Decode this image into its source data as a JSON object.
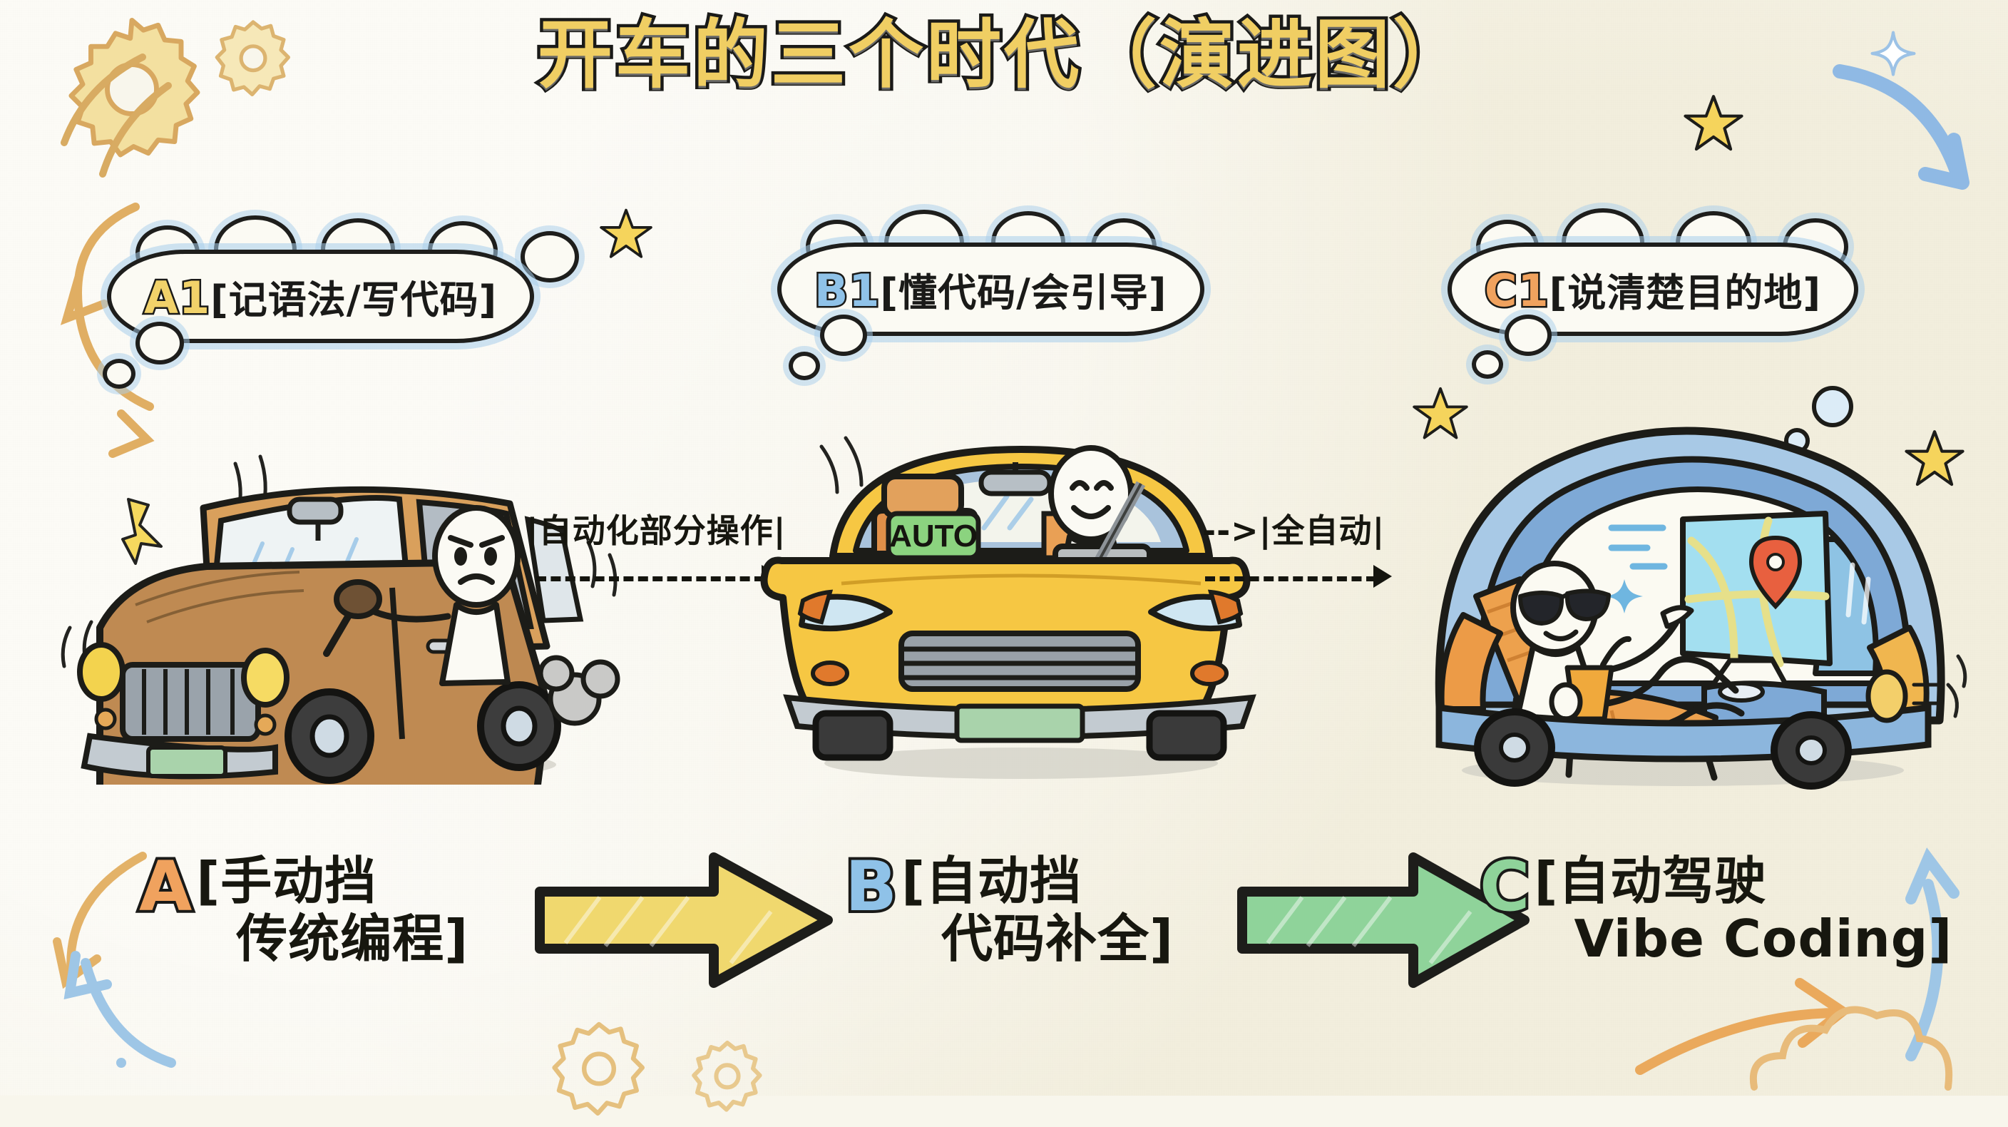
{
  "title": "开车的三个时代（演进图）",
  "palette": {
    "paper": "#f8f6ec",
    "ink": "#1a1a18",
    "gold": "#f1d26a",
    "blue": "#8fc2e8",
    "orange": "#f0a25e",
    "green": "#8fd39a",
    "car_a_body": "#c8914f",
    "car_b_body": "#f5c23e",
    "car_c_body": "#9fc3e6"
  },
  "bubbles": [
    {
      "code": "A1",
      "code_color": "#f1d26a",
      "text": "[记语法/写代码]"
    },
    {
      "code": "B1",
      "code_color": "#8fc2e8",
      "text": "[懂代码/会引导]"
    },
    {
      "code": "C1",
      "code_color": "#f0a25e",
      "text": "[说清楚目的地]"
    }
  ],
  "connectors": [
    {
      "label": "|自动化部分操作|",
      "style": "solid-arrow"
    },
    {
      "label": "-->|全自动|",
      "style": "dashed-arrow"
    }
  ],
  "scenes": [
    {
      "id": "scene-a",
      "car": "manual-brown-car",
      "driver_mood": "angry",
      "badge": "",
      "notes": "手动挡 老式方头车 司机握挡杆 尾部冒黑烟"
    },
    {
      "id": "scene-b",
      "car": "automatic-yellow-car",
      "driver_mood": "smiling",
      "badge": "AUTO",
      "notes": "自动挡 黄色轿车 司机拿平板 座椅上AUTO标牌"
    },
    {
      "id": "scene-c",
      "car": "self-driving-blue-pod",
      "driver_mood": "relaxed",
      "badge": "",
      "notes": "自动驾驶 蓝色舱车 躺椅墨镜饮料 指着地图屏幕"
    }
  ],
  "stages": [
    {
      "letter": "A",
      "letter_color": "#f0a25e",
      "line1": "[手动挡",
      "line2": "传统编程]"
    },
    {
      "letter": "B",
      "letter_color": "#8fc2e8",
      "line1": "[自动挡",
      "line2": "代码补全]"
    },
    {
      "letter": "C",
      "letter_color": "#8fd39a",
      "line1": "[自动驾驶",
      "line2": "Vibe Coding]"
    }
  ],
  "flow_arrows": [
    {
      "from": "A",
      "to": "B",
      "color": "#f0d86e",
      "name": "flow-arrow-a-to-b"
    },
    {
      "from": "B",
      "to": "C",
      "color": "#8fd39a",
      "name": "flow-arrow-b-to-c"
    }
  ],
  "decor": {
    "gears": 4,
    "stars": 5,
    "swishes": 6,
    "badge_auto": "AUTO"
  }
}
